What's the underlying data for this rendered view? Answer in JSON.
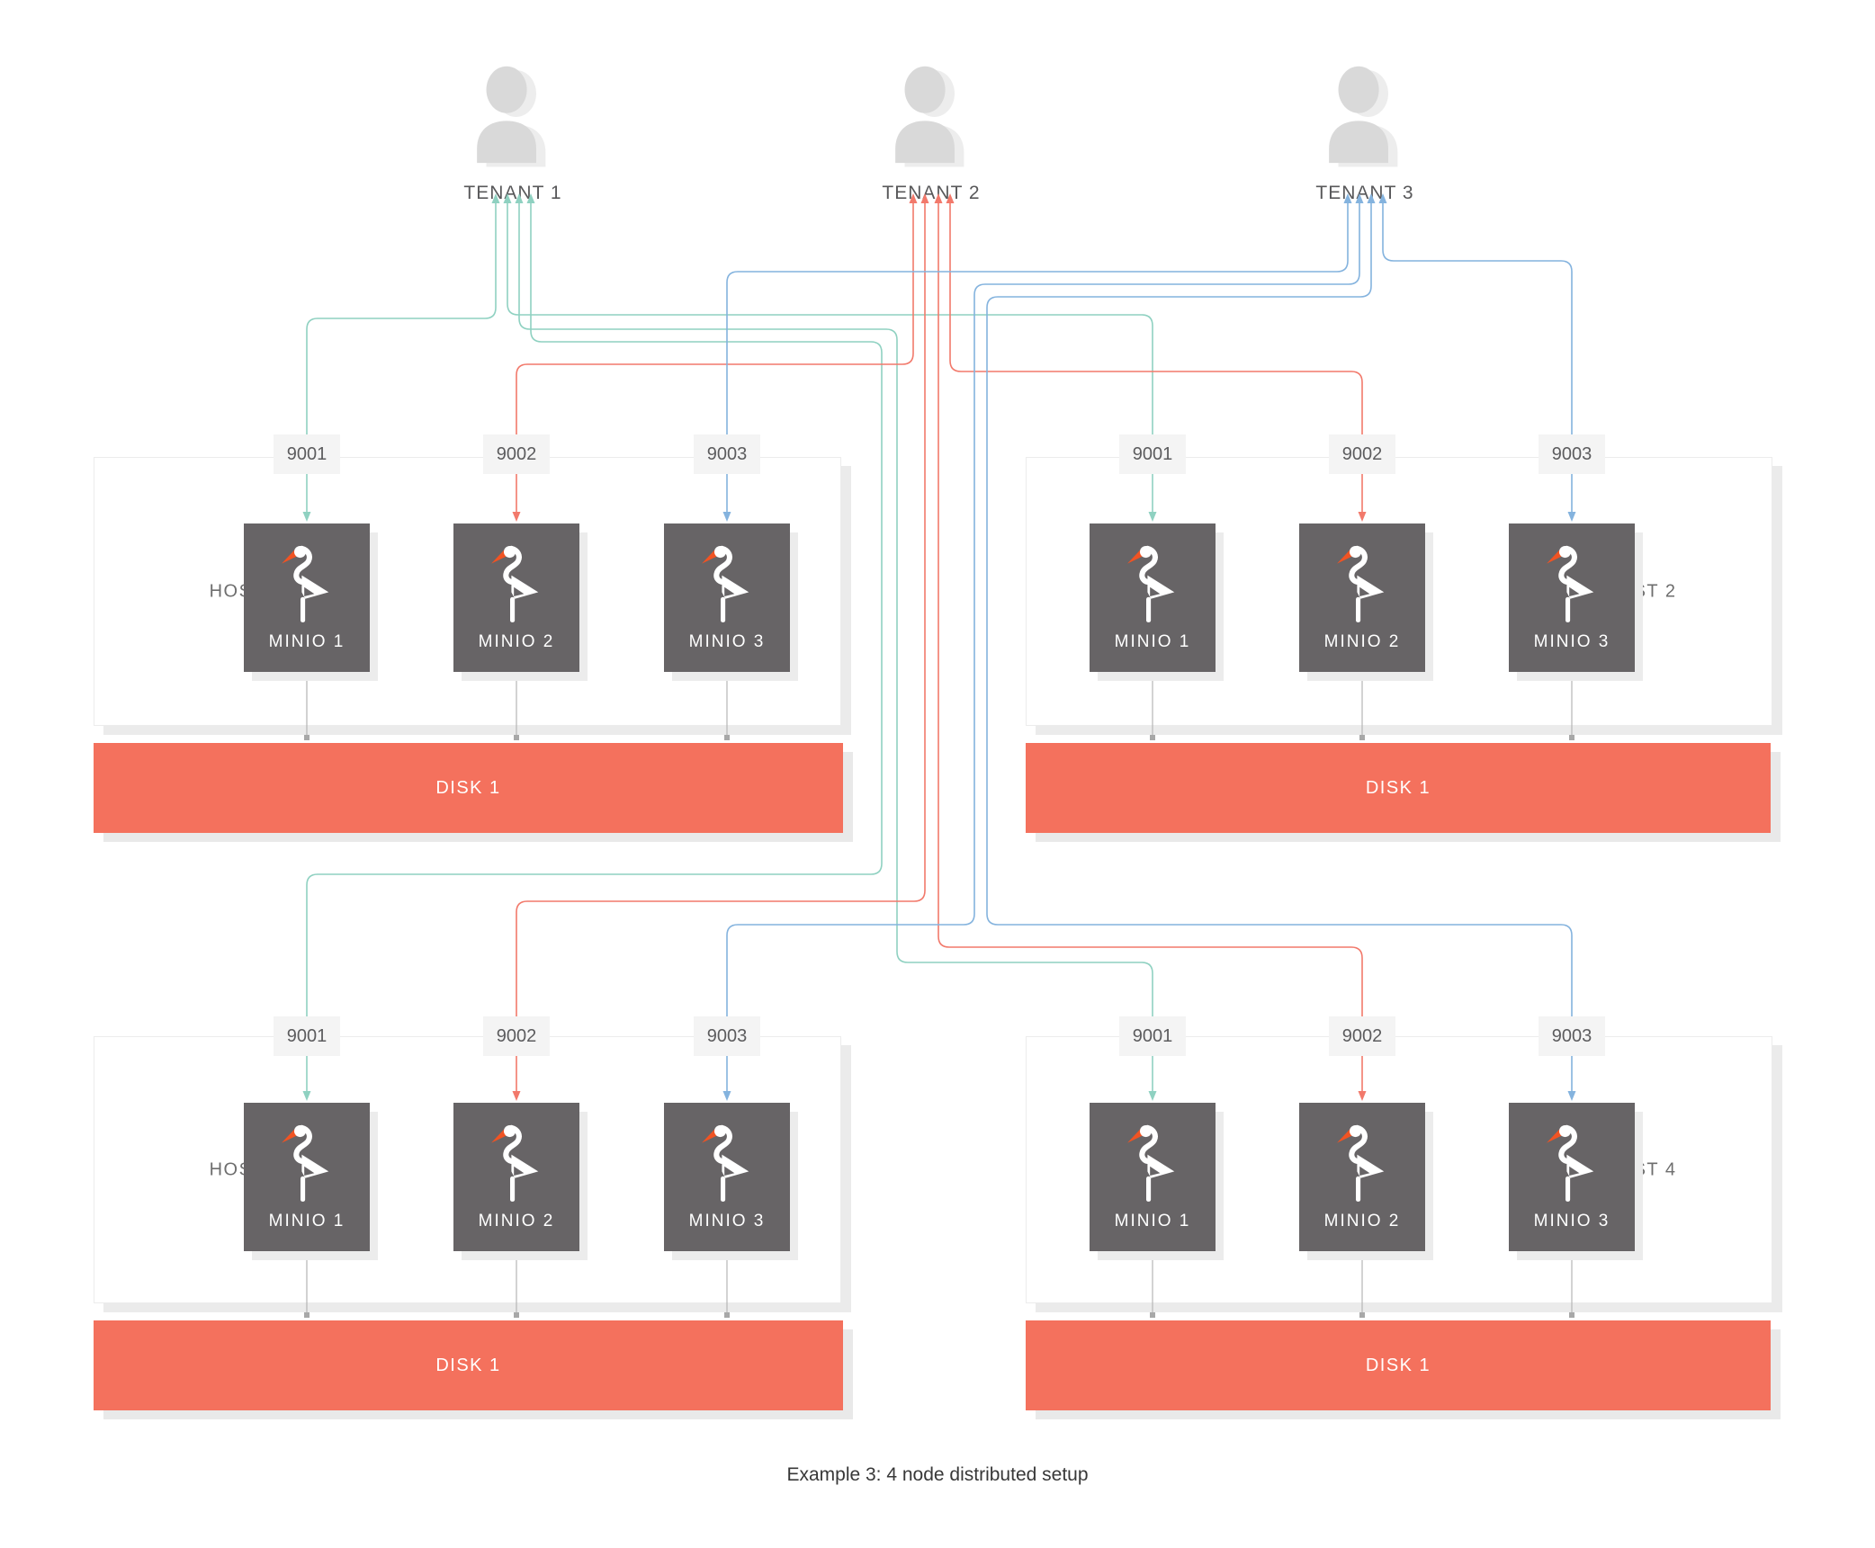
{
  "caption": "Example 3: 4 node distributed setup",
  "tenants": [
    {
      "label": "TENANT 1"
    },
    {
      "label": "TENANT 2"
    },
    {
      "label": "TENANT 3"
    }
  ],
  "hosts": [
    {
      "label": "HOST 1",
      "ports": [
        "9001",
        "9002",
        "9003"
      ],
      "nodes": [
        "MINIO 1",
        "MINIO 2",
        "MINIO 3"
      ],
      "disk_label": "DISK 1"
    },
    {
      "label": "HOST 2",
      "ports": [
        "9001",
        "9002",
        "9003"
      ],
      "nodes": [
        "MINIO 1",
        "MINIO 2",
        "MINIO 3"
      ],
      "disk_label": "DISK 1"
    },
    {
      "label": "HOST 3",
      "ports": [
        "9001",
        "9002",
        "9003"
      ],
      "nodes": [
        "MINIO 1",
        "MINIO 2",
        "MINIO 3"
      ],
      "disk_label": "DISK 1"
    },
    {
      "label": "HOST 4",
      "ports": [
        "9001",
        "9002",
        "9003"
      ],
      "nodes": [
        "MINIO 1",
        "MINIO 2",
        "MINIO 3"
      ],
      "disk_label": "DISK 1"
    }
  ],
  "colors": {
    "tenant1_line": "#8FD1C1",
    "tenant2_line": "#F2796B",
    "tenant3_line": "#84B3DE",
    "disk_fill": "#F4715D",
    "minio_box": "#676466",
    "minio_beak": "#F05323",
    "port_bg": "#F4F4F4",
    "connector_gray": "#B5B5B5",
    "icon_gray": "#D9D9D9"
  }
}
